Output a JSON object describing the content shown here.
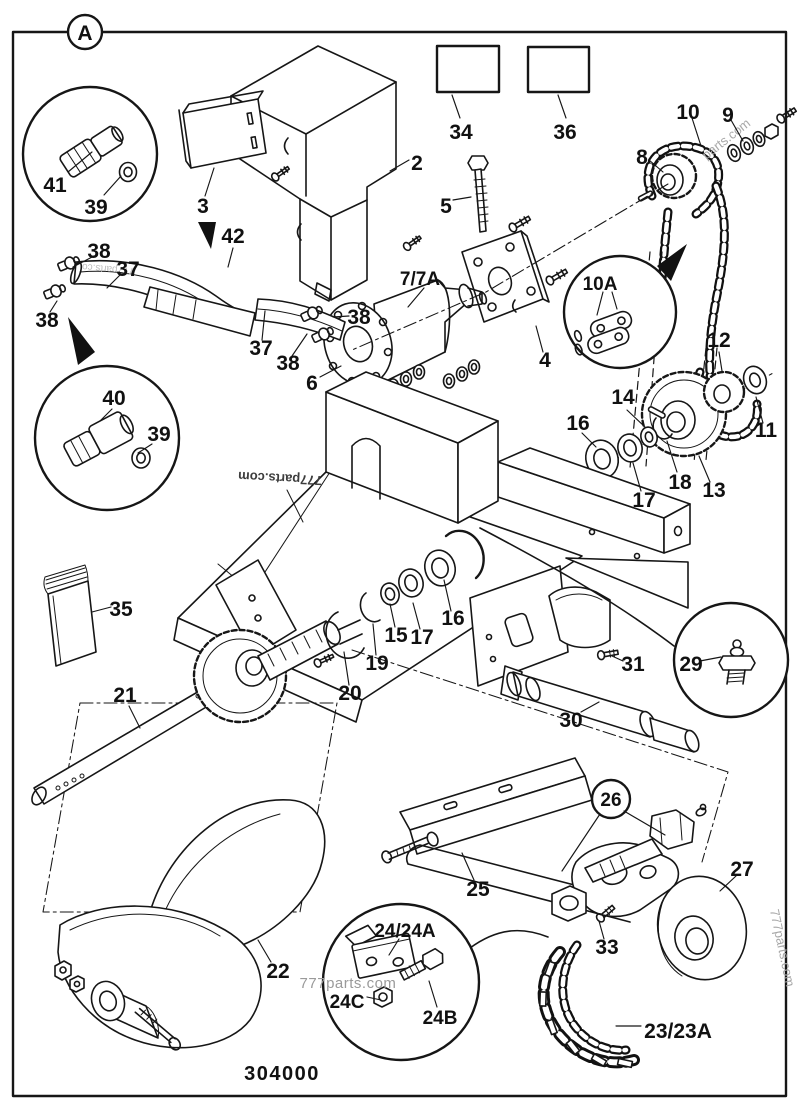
{
  "frame": {
    "view_marker": "A",
    "drawing_number": "304000"
  },
  "watermarks": {
    "full": "777parts.com",
    "partial": "777parts.co",
    "fragment": "parts.com"
  },
  "callouts": {
    "a": "A",
    "n2": "2",
    "n3": "3",
    "n4": "4",
    "n5": "5",
    "n6": "6",
    "n7": "7/7A",
    "n8": "8",
    "n9": "9",
    "n10": "10",
    "n10a": "10A",
    "n11": "11",
    "n12": "12",
    "n13": "13",
    "n14": "14",
    "n15": "15",
    "n16": "16",
    "n17": "17",
    "n18": "18",
    "n19": "19",
    "n20": "20",
    "n21": "21",
    "n22": "22",
    "n23": "23/23A",
    "n24": "24/24A",
    "n24b": "24B",
    "n24c": "24C",
    "n25": "25",
    "n26": "26",
    "n27": "27",
    "n29": "29",
    "n30": "30",
    "n31": "31",
    "n33": "33",
    "n34": "34",
    "n35": "35",
    "n36": "36",
    "n37": "37",
    "n38": "38",
    "n39": "39",
    "n40": "40",
    "n41": "41",
    "n42": "42"
  }
}
